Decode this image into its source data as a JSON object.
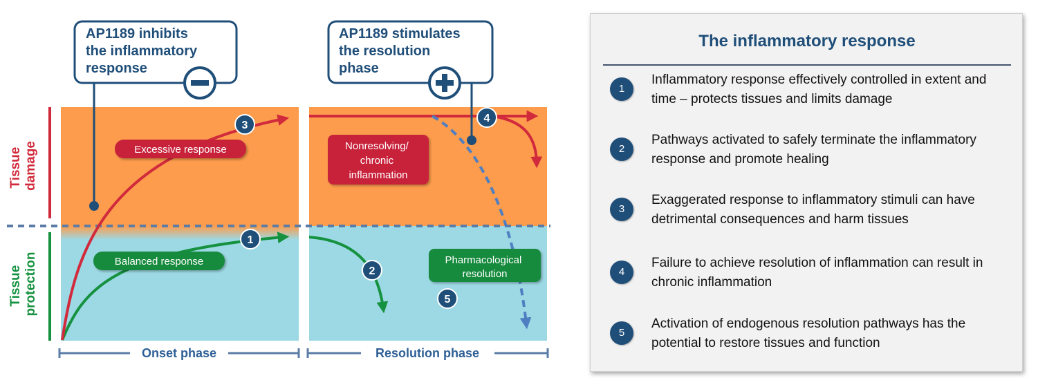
{
  "callouts": {
    "inhibit": {
      "lines": [
        "AP1189 inhibits",
        "the inflammatory",
        "response"
      ],
      "symbol": "−"
    },
    "stimulate": {
      "lines": [
        "AP1189 stimulates",
        "the resolution",
        "phase"
      ],
      "symbol": "+"
    }
  },
  "axis": {
    "tissue_damage": [
      "Tissue",
      "damage"
    ],
    "tissue_protection": [
      "Tissue",
      "protection"
    ],
    "onset_phase": "Onset phase",
    "resolution_phase": "Resolution phase"
  },
  "labels": {
    "excessive_response": "Excessive response",
    "balanced_response": "Balanced response",
    "nonresolving": [
      "Nonresolving/",
      "chronic",
      "inflammation"
    ],
    "pharmacological": [
      "Pharmacological",
      "resolution"
    ]
  },
  "markers": {
    "m1": "1",
    "m2": "2",
    "m3": "3",
    "m4": "4",
    "m5": "5"
  },
  "colors": {
    "damage_zone": "#fc9c4c",
    "protection_zone": "#9dd9e4",
    "damage_red": "#d12a3c",
    "protection_green": "#15913f",
    "navy": "#1f4e79",
    "dashed_blue": "#4f7fc0"
  },
  "legend": {
    "title": "The inflammatory response",
    "items": [
      {
        "number": "1",
        "text": "Inflammatory response effectively controlled in extent and time – protects tissues and limits damage"
      },
      {
        "number": "2",
        "text": "Pathways activated to safely terminate the inflammatory response and promote healing"
      },
      {
        "number": "3",
        "text": "Exaggerated response to inflammatory stimuli can have detrimental consequences and harm tissues"
      },
      {
        "number": "4",
        "text": "Failure to achieve resolution of inflammation can result in chronic inflammation"
      },
      {
        "number": "5",
        "text": "Activation of endogenous resolution pathways has the potential to restore tissues and function"
      }
    ]
  }
}
